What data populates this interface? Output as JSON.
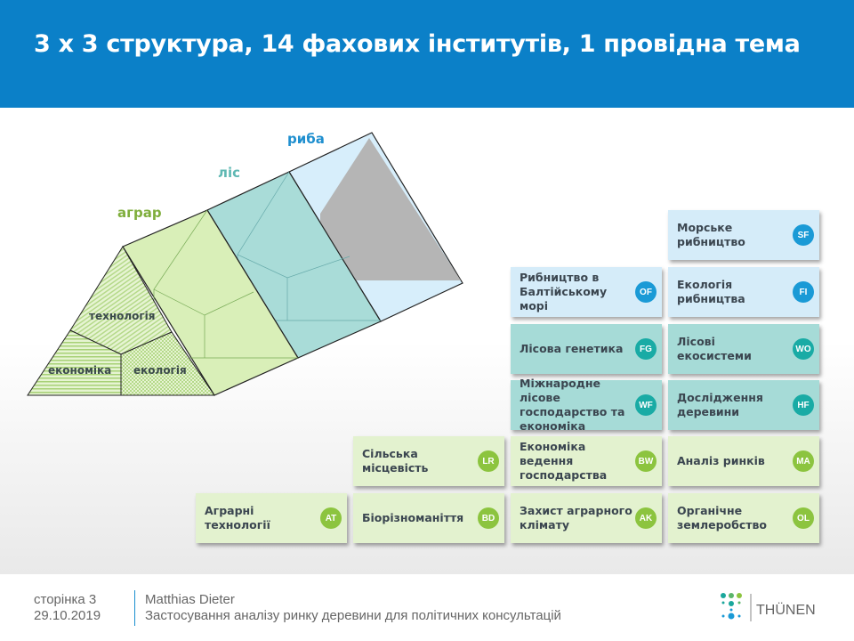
{
  "title": "3 x 3 структура, 14 фахових інститутів, 1 провідна тема",
  "diagram": {
    "pillars": [
      "аграр",
      "ліс",
      "риба"
    ],
    "segments": [
      "технологія",
      "економіка",
      "екологія"
    ]
  },
  "colors": {
    "header": "#0b80c8",
    "fish": "#1a9ad6",
    "forest": "#19aba5",
    "agri": "#8cc43f"
  },
  "institutes": [
    {
      "name": "Морське рибництво",
      "code": "SF"
    },
    {
      "name": "Рибництво в\nБалтійському морі",
      "code": "OF"
    },
    {
      "name": "Екологія рибництва",
      "code": "FI"
    },
    {
      "name": "Лісова генетика",
      "code": "FG"
    },
    {
      "name": "Лісові екосистеми",
      "code": "WO"
    },
    {
      "name": "Міжнародне лісове\nгосподарство та\nекономіка",
      "code": "WF"
    },
    {
      "name": "Дослідження\nдеревини",
      "code": "HF"
    },
    {
      "name": "Сільська місцевість",
      "code": "LR"
    },
    {
      "name": "Економіка ведення\nгосподарства",
      "code": "BW"
    },
    {
      "name": "Аналіз ринків",
      "code": "MA"
    },
    {
      "name": "Аграрні технології",
      "code": "AT"
    },
    {
      "name": "Біорізноманіття",
      "code": "BD"
    },
    {
      "name": "Захист аграрного\nклімату",
      "code": "AK"
    },
    {
      "name": "Органічне\nземлеробство",
      "code": "OL"
    }
  ],
  "footer": {
    "page": "сторінка 3",
    "date": "29.10.2019",
    "author": "Matthias Dieter",
    "subtitle": "Застосування аналізу ринку деревини для політичних консультацій",
    "logo": "THÜNEN"
  }
}
